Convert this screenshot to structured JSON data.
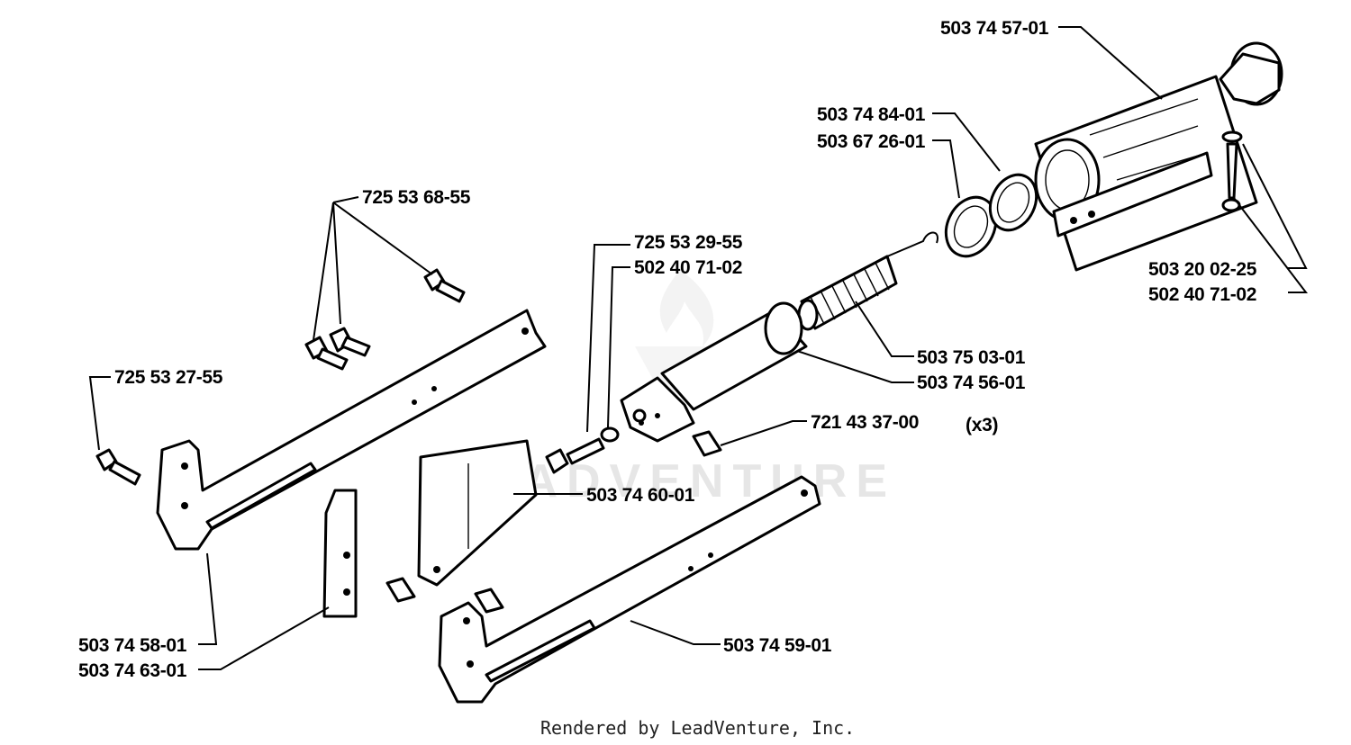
{
  "watermark": {
    "text": "LEADVENTURE"
  },
  "labels": {
    "tube_upper": "503 74 57-01",
    "ring_a": "503 74 84-01",
    "ring_b": "503 67 26-01",
    "bolt_top": "725 53 68-55",
    "bolt_small": "725 53 29-55",
    "washer_small": "502 40 71-02",
    "bolt_right": "503 20 02-25",
    "washer_right": "502 40 71-02",
    "bolt_left": "725 53 27-55",
    "spring": "503 75 03-01",
    "tube_lower": "503 74 56-01",
    "pin": "721 43 37-00",
    "pin_qty": "(x3)",
    "plate": "503 74 60-01",
    "arm_left": "503 74 58-01",
    "spacer": "503 74 63-01",
    "arm_right": "503 74 59-01"
  },
  "footer": {
    "text": "Rendered by LeadVenture, Inc."
  }
}
